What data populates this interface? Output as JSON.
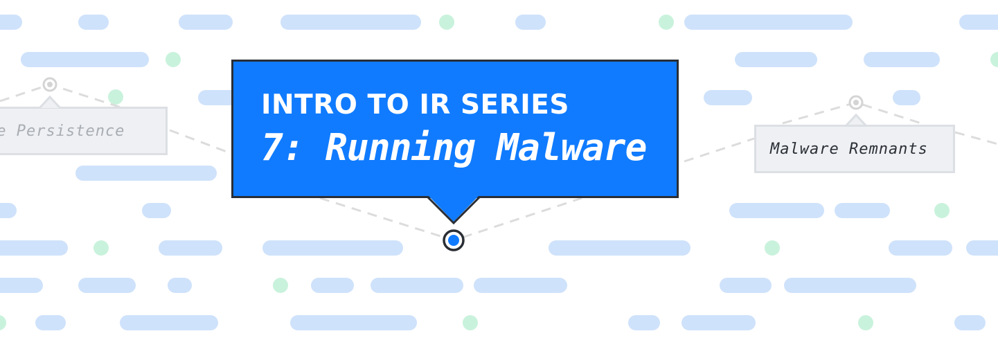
{
  "banner": {
    "series_title": "INTRO TO IR SERIES",
    "episode_title": "7: Running Malware"
  },
  "labels": {
    "left": "re Persistence",
    "right": "Malware Remnants"
  },
  "colors": {
    "title_box": "#107bff",
    "title_border": "#2a2e35",
    "pill": "#cfe2fb",
    "dot": "#c9f2dc",
    "connector": "#dcdcdc",
    "label_bg": "#eef0f3"
  },
  "icons": {
    "main_node": "target-node-icon",
    "side_nodes": "target-node-icon"
  }
}
